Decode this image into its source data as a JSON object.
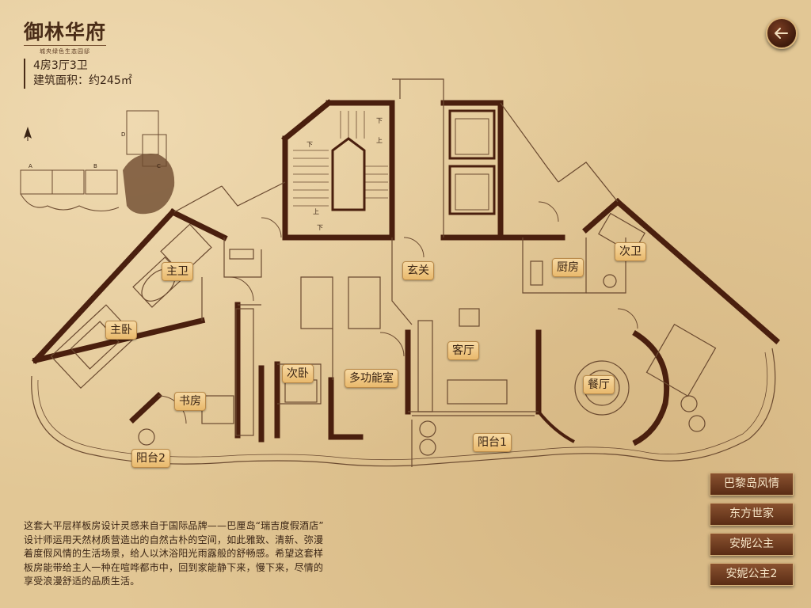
{
  "brand": {
    "title": "御林华府",
    "subtitle": "城央绿色生态园邸"
  },
  "unit": {
    "layout": "4房3厅3卫",
    "area": "建筑面积：约245㎡"
  },
  "rooms": [
    {
      "id": "master-bath",
      "label": "主卫"
    },
    {
      "id": "master-bedroom",
      "label": "主卧"
    },
    {
      "id": "study",
      "label": "书房"
    },
    {
      "id": "balcony-2",
      "label": "阳台2"
    },
    {
      "id": "second-bedroom",
      "label": "次卧"
    },
    {
      "id": "multi-function",
      "label": "多功能室"
    },
    {
      "id": "entrance",
      "label": "玄关"
    },
    {
      "id": "living-room",
      "label": "客厅"
    },
    {
      "id": "balcony-1",
      "label": "阳台1"
    },
    {
      "id": "kitchen",
      "label": "厨房"
    },
    {
      "id": "second-bath",
      "label": "次卫"
    },
    {
      "id": "dining-room",
      "label": "餐厅"
    }
  ],
  "stair_marks": {
    "down1": "下",
    "up1": "上",
    "down2": "下",
    "up2": "上",
    "down3": "下"
  },
  "site_plan_labels": {
    "a": "A",
    "b": "B",
    "c": "C",
    "d": "D"
  },
  "nav": [
    {
      "label": "巴黎岛风情"
    },
    {
      "label": "东方世家"
    },
    {
      "label": "安妮公主"
    },
    {
      "label": "安妮公主2"
    }
  ],
  "description": [
    "这套大平层样板房设计灵感来自于国际品牌——巴厘岛“瑞吉度假酒店”",
    "设计师运用天然材质营造出的自然古朴的空间，如此雅致、清新、弥漫",
    "着度假风情的生活场景，给人以沐浴阳光雨露般的舒畅感。希望这套样",
    "板房能带给主人一种在喧哗都市中，回到家能静下来，慢下来，尽情的",
    "享受浪漫舒适的品质生活。"
  ],
  "colors": {
    "wall": "#4a1f0e",
    "line": "#6b4a30",
    "nav_bg": "#6e3a1e",
    "label_bg": "#efc785"
  }
}
